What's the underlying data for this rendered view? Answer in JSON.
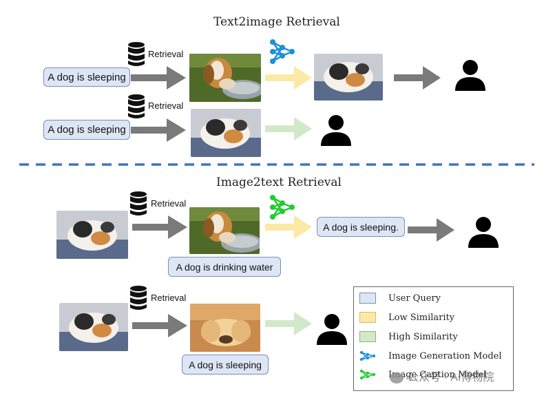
{
  "titles": {
    "text2image": "Text2image Retrieval",
    "image2text": "Image2text Retrieval"
  },
  "retrieval_label": "Retrieval",
  "text2image": {
    "row1": {
      "query": "A dog is sleeping"
    },
    "row2": {
      "query": "A dog is sleeping"
    }
  },
  "image2text": {
    "row1": {
      "retrieved_caption": "A dog is drinking water",
      "generated_caption": "A dog is sleeping."
    },
    "row2": {
      "retrieved_caption": "A dog is sleeping"
    }
  },
  "legend": {
    "items": [
      {
        "label": "User Query",
        "color": "#dde6f5"
      },
      {
        "label": "Low Similarity",
        "color": "#fde9a6"
      },
      {
        "label": "High Similarity",
        "color": "#d3e8c8"
      },
      {
        "label": "Image Generation Model",
        "color": "#1e8fd8"
      },
      {
        "label": "Image Caption Model",
        "color": "#22cc33"
      }
    ]
  },
  "colors": {
    "divider": "#3f72c9",
    "gray_arrow": "#7a7a7a",
    "low_similarity_arrow": "#fde9a6",
    "high_similarity_arrow": "#d3e8c8",
    "generation_model": "#1e8fd8",
    "caption_model": "#22cc33"
  },
  "watermark": "公众号 · AI博物院"
}
